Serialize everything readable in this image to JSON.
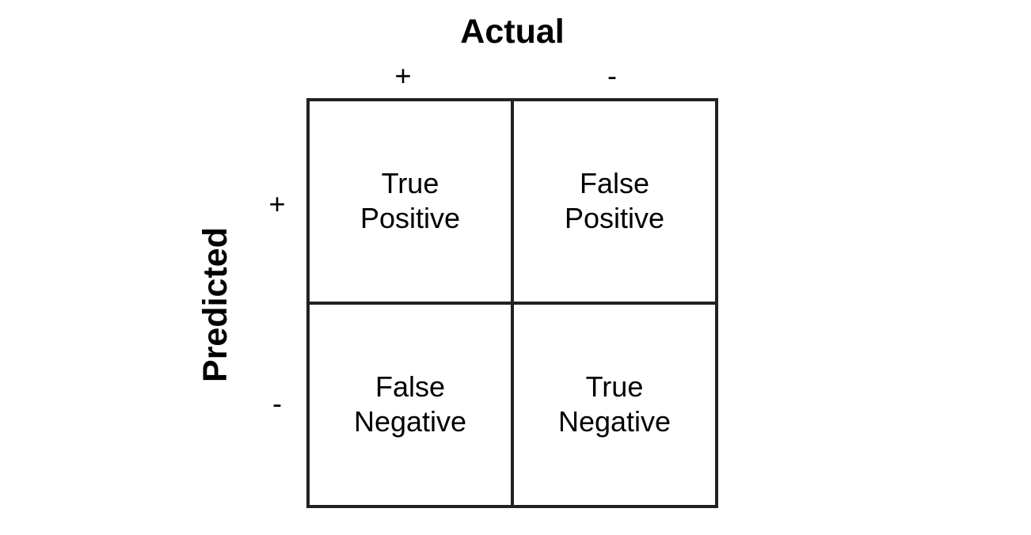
{
  "axes": {
    "actual_title": "Actual",
    "predicted_title": "Predicted",
    "actual_positive_label": "+",
    "actual_negative_label": "-",
    "predicted_positive_label": "+",
    "predicted_negative_label": "-"
  },
  "matrix": {
    "cells": [
      {
        "line1": "True",
        "line2": "Positive"
      },
      {
        "line1": "False",
        "line2": "Positive"
      },
      {
        "line1": "False",
        "line2": "Negative"
      },
      {
        "line1": "True",
        "line2": "Negative"
      }
    ]
  },
  "colors": {
    "background": "#ffffff",
    "text": "#000000",
    "grid_lines": "#222222"
  }
}
